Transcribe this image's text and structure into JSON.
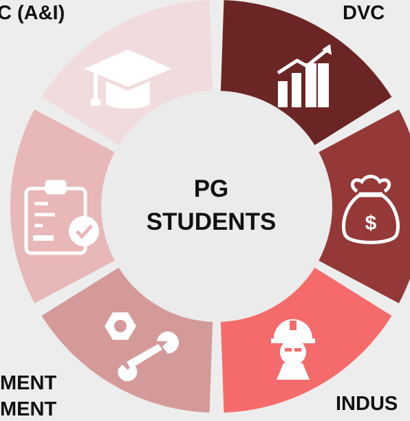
{
  "center": {
    "line1": "PG",
    "line2": "STUDENTS"
  },
  "labels": {
    "top_left": "C (A&I)",
    "top_right": "DVC",
    "bottom_left_1": "MENT",
    "bottom_left_2": "MENT",
    "bottom_right": "INDUS"
  },
  "segments": [
    {
      "name": "growth-chart",
      "color": "#6b2525",
      "icon": "growth-chart-icon"
    },
    {
      "name": "money-bag",
      "color": "#943838",
      "icon": "money-bag-icon"
    },
    {
      "name": "worker",
      "color": "#f56b6b",
      "icon": "worker-icon"
    },
    {
      "name": "tools",
      "color": "#d49a9a",
      "icon": "nut-wrench-icon"
    },
    {
      "name": "clipboard",
      "color": "#e8b7b7",
      "icon": "clipboard-check-icon"
    },
    {
      "name": "graduation",
      "color": "#f0dcdc",
      "icon": "graduation-cap-icon"
    }
  ],
  "colors": {
    "center_fill": "#ebebeb",
    "icon": "#ffffff",
    "background": "#ededed"
  }
}
